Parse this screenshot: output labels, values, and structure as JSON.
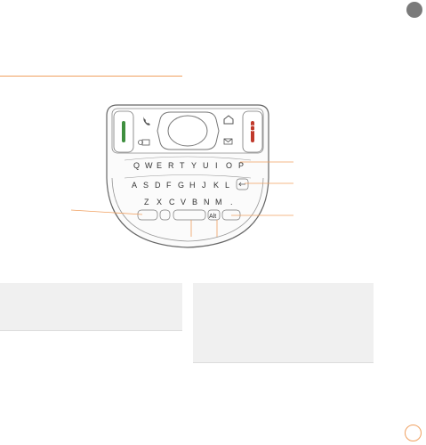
{
  "page": {
    "number": "",
    "accent_color": "#f0a060",
    "tab_marker_color": "#7a7a7a"
  },
  "keyboard": {
    "row1": [
      "Q",
      "W",
      "E",
      "R",
      "T",
      "Y",
      "U",
      "I",
      "O",
      "P"
    ],
    "row2": [
      "A",
      "S",
      "D",
      "F",
      "G",
      "H",
      "J",
      "K",
      "L"
    ],
    "row3": [
      "Z",
      "X",
      "C",
      "V",
      "B",
      "N",
      "M",
      "."
    ],
    "alt_label": "Alt"
  }
}
